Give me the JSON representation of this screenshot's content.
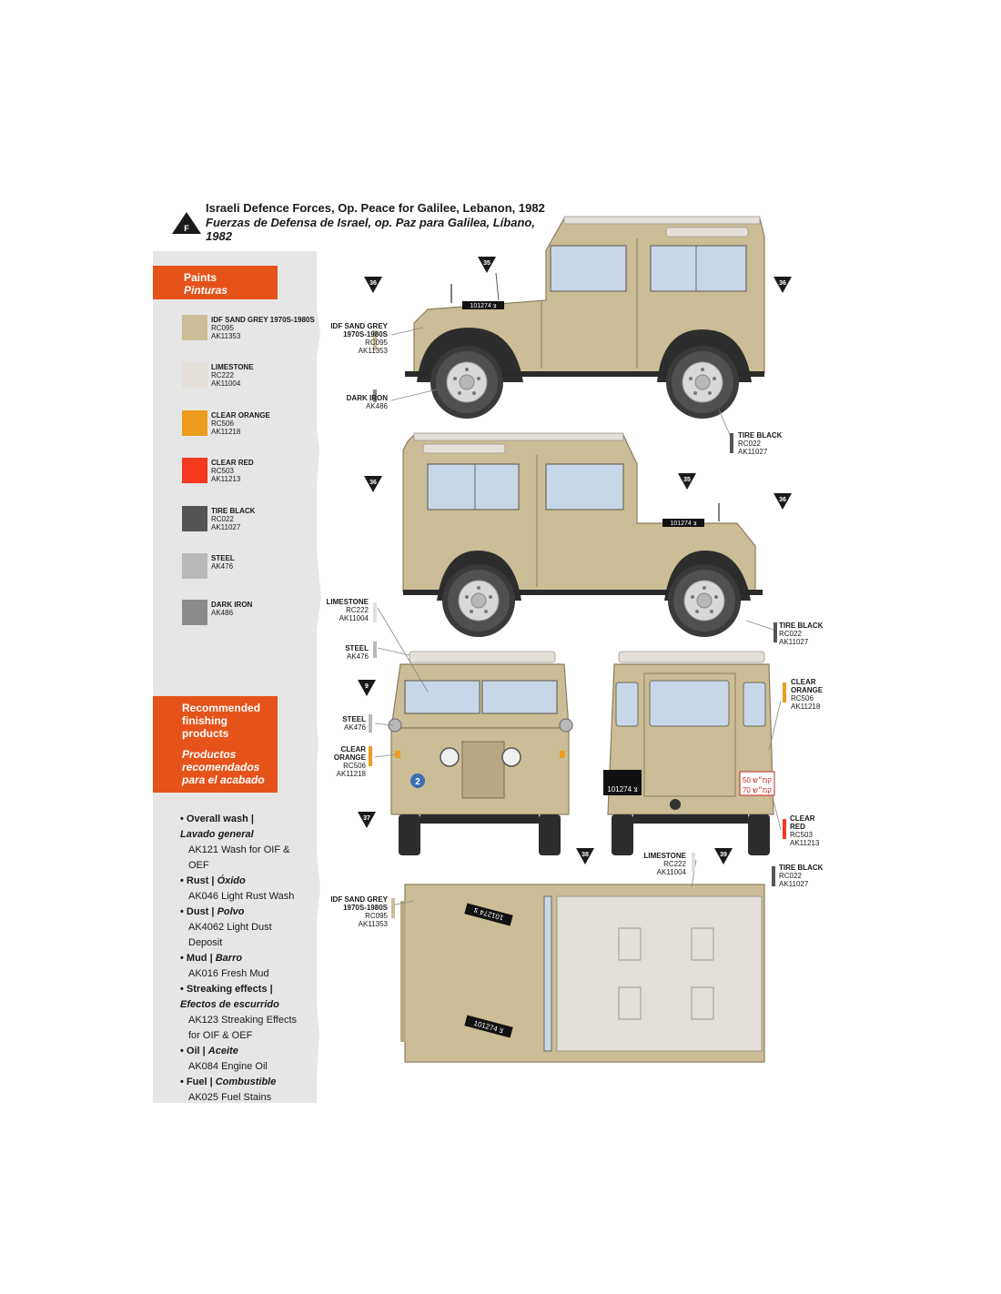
{
  "header": {
    "badge": "F",
    "title_en": "Israeli Defence Forces, Op. Peace for Galilee, Lebanon, 1982",
    "title_es": "Fuerzas de Defensa de Israel, op. Paz para Galilea, Líbano, 1982"
  },
  "paints": {
    "title_en": "Paints",
    "title_es": "Pinturas",
    "items": [
      {
        "name": "IDF SAND GREY 1970S-1980S",
        "code1": "RC095",
        "code2": "AK11353",
        "color": "#cbbd95"
      },
      {
        "name": "LIMESTONE",
        "code1": "RC222",
        "code2": "AK11004",
        "color": "#e4dfd9"
      },
      {
        "name": "CLEAR ORANGE",
        "code1": "RC506",
        "code2": "AK11218",
        "color": "#ee9c1e"
      },
      {
        "name": "CLEAR RED",
        "code1": "RC503",
        "code2": "AK11213",
        "color": "#f4391e"
      },
      {
        "name": "TIRE BLACK",
        "code1": "RC022",
        "code2": "AK11027",
        "color": "#555555"
      },
      {
        "name": "STEEL",
        "code1": "AK476",
        "code2": "",
        "color": "#b9b9b9"
      },
      {
        "name": "DARK IRON",
        "code1": "AK486",
        "code2": "",
        "color": "#8a8a8c"
      }
    ]
  },
  "finishing": {
    "title_en": [
      "Recommended",
      "finishing",
      "products"
    ],
    "title_es": [
      "Productos",
      "recomendados",
      "para el acabado"
    ],
    "items": [
      {
        "cat": "Overall wash |",
        "cat_es": "Lavado general",
        "prods": [
          "AK121 Wash for OIF & OEF"
        ]
      },
      {
        "cat": "Rust |",
        "cat_es": "Óxido",
        "prods": [
          "AK046 Light Rust Wash"
        ]
      },
      {
        "cat": "Dust |",
        "cat_es": "Polvo",
        "prods": [
          "AK4062 Light Dust Deposit"
        ]
      },
      {
        "cat": "Mud |",
        "cat_es": "Barro",
        "prods": [
          "AK016 Fresh Mud"
        ]
      },
      {
        "cat": "Streaking effects |",
        "cat_es": "Efectos de escurrido",
        "prods": [
          "AK123 Streaking Effects",
          "for OIF & OEF"
        ]
      },
      {
        "cat": "Oil |",
        "cat_es": "Aceite",
        "prods": [
          "AK084 Engine Oil"
        ]
      },
      {
        "cat": "Fuel |",
        "cat_es": "Combustible",
        "prods": [
          "AK025 Fuel Stains"
        ]
      }
    ]
  },
  "plate": "101274 צ",
  "rear_sign": [
    "50 קמ״ש",
    "70 קמ״ש"
  ],
  "hood_number": "2",
  "callouts": {
    "idf": [
      "IDF SAND GREY",
      "1970S-1980S",
      "RC095",
      "AK11353"
    ],
    "dark_iron": [
      "DARK IRON",
      "AK486"
    ],
    "tire_black": [
      "TIRE BLACK",
      "RC022",
      "AK11027"
    ],
    "limestone": [
      "LIMESTONE",
      "RC222",
      "AK11004"
    ],
    "steel": [
      "STEEL",
      "AK476"
    ],
    "clear_orange": [
      "CLEAR",
      "ORANGE",
      "RC506",
      "AK11218"
    ],
    "clear_red": [
      "CLEAR",
      "RED",
      "RC503",
      "AK11213"
    ]
  },
  "markers": [
    "36",
    "35",
    "9",
    "37",
    "38",
    "39"
  ]
}
